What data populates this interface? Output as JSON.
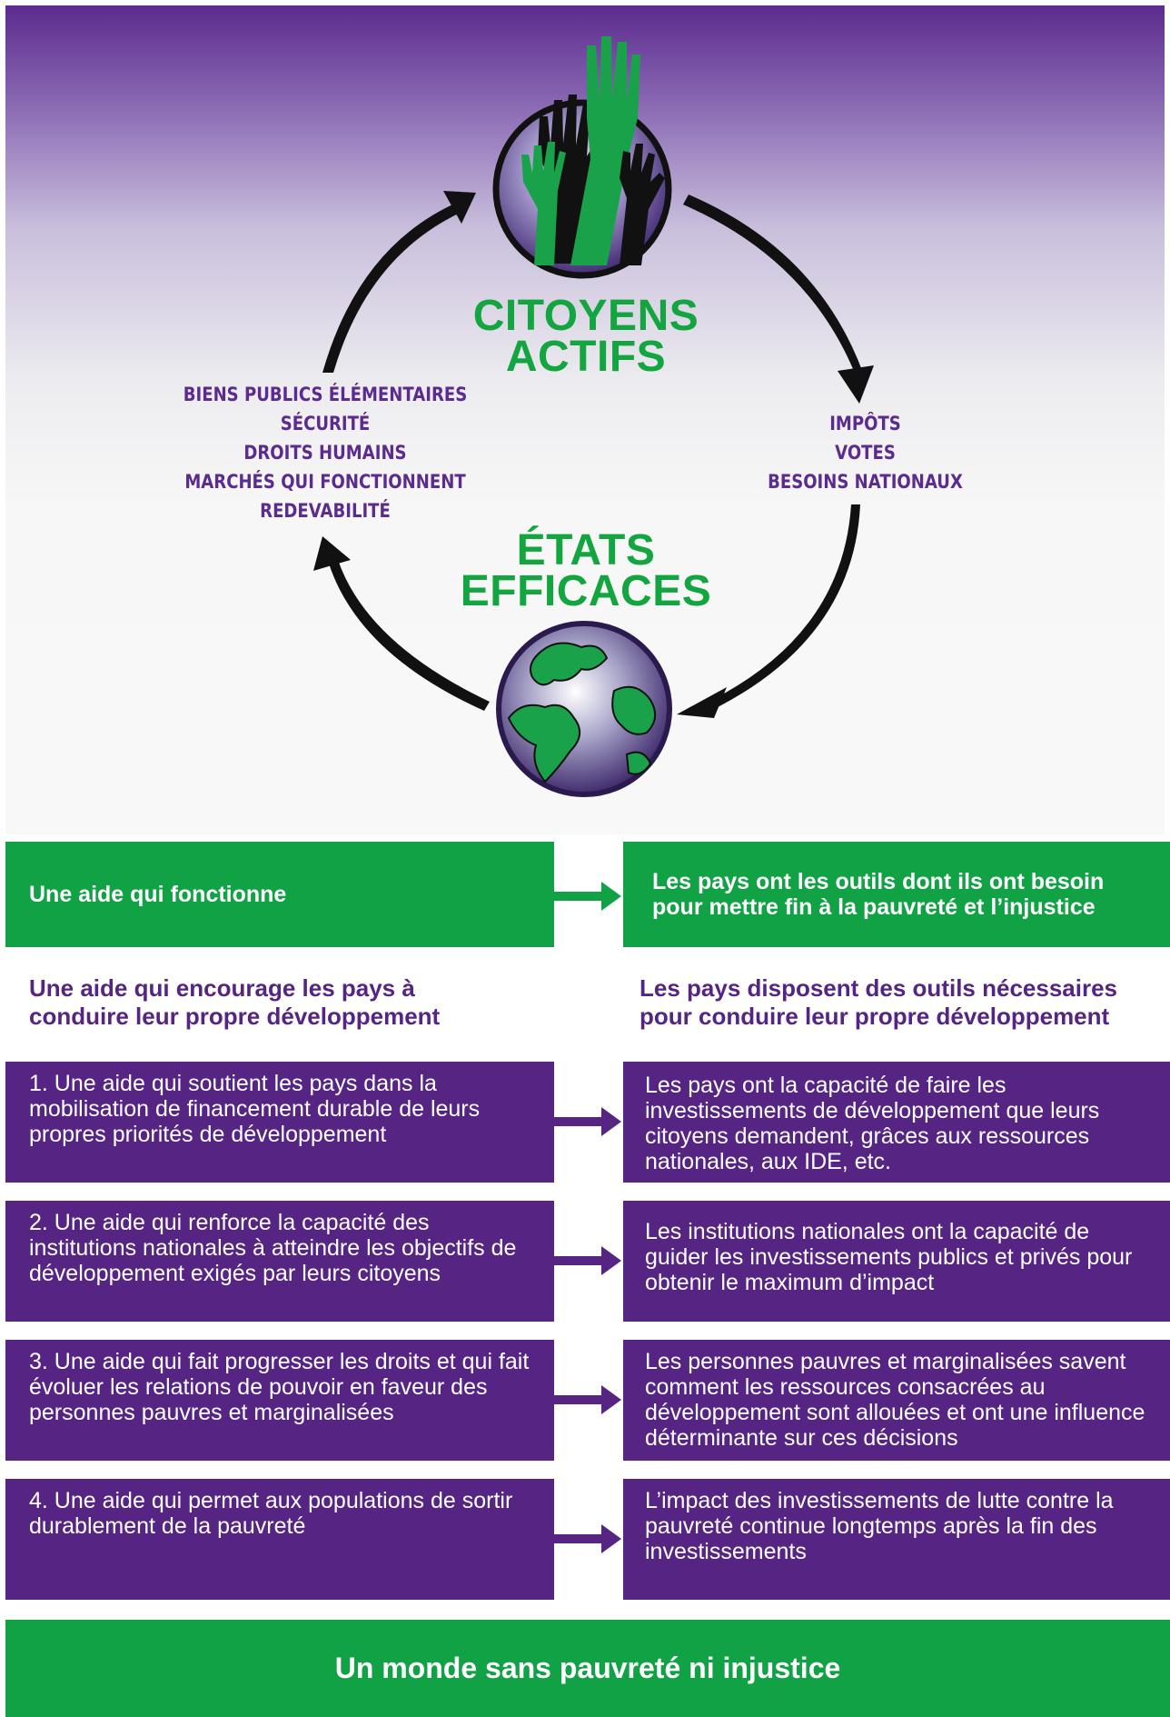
{
  "cycle": {
    "top_title": [
      "CITOYENS",
      "ACTIFS"
    ],
    "bottom_title": [
      "ÉTATS",
      "EFFICACES"
    ],
    "left_items": [
      "BIENS PUBLICS ÉLÉMENTAIRES",
      "SÉCURITÉ",
      "DROITS HUMAINS",
      "MARCHÉS QUI FONCTIONNENT",
      "REDEVABILITÉ"
    ],
    "right_items": [
      "IMPÔTS",
      "VOTES",
      "BESOINS NATIONAUX"
    ],
    "icons": [
      "raised-hands-icon",
      "globe-icon"
    ]
  },
  "main_row": {
    "left": "Une aide qui fonctionne",
    "right": "Les pays ont les outils dont ils ont besoin pour mettre fin à la pauvreté et l’injustice"
  },
  "headings": {
    "left": "Une aide qui encourage les pays à conduire leur propre développement",
    "right": "Les pays disposent des outils nécessaires pour conduire leur propre développement"
  },
  "rows": [
    {
      "left": "1. Une aide qui soutient les pays dans la mobilisation de  financement durable de leurs propres priorités de développement",
      "right": "Les pays ont la capacité de faire les investissements de développement que leurs citoyens demandent, grâces aux ressources nationales, aux IDE, etc."
    },
    {
      "left": "2. Une aide qui renforce la capacité des institutions nationales à atteindre les objectifs  de développement exigés par leurs citoyens",
      "right": "Les institutions nationales ont la capacité de guider les investissements publics et privés pour obtenir le maximum d’impact"
    },
    {
      "left": "3. Une aide qui fait progresser les droits et qui fait évoluer les relations de pouvoir en faveur des personnes pauvres et marginalisées",
      "right": "Les personnes pauvres et marginalisées savent comment les ressources consacrées au développement sont allouées et ont une influence déterminante sur ces décisions"
    },
    {
      "left": "4. Une aide qui permet aux populations de sortir durablement de la pauvreté",
      "right": "L’impact des investissements de lutte contre la pauvreté continue longtemps après la fin des investissements"
    }
  ],
  "footer": "Un monde sans pauvreté ni injustice",
  "colors": {
    "green": "#11a245",
    "purple": "#562483",
    "title_green": "#13a53f",
    "cycle_arrow": "#111111"
  }
}
